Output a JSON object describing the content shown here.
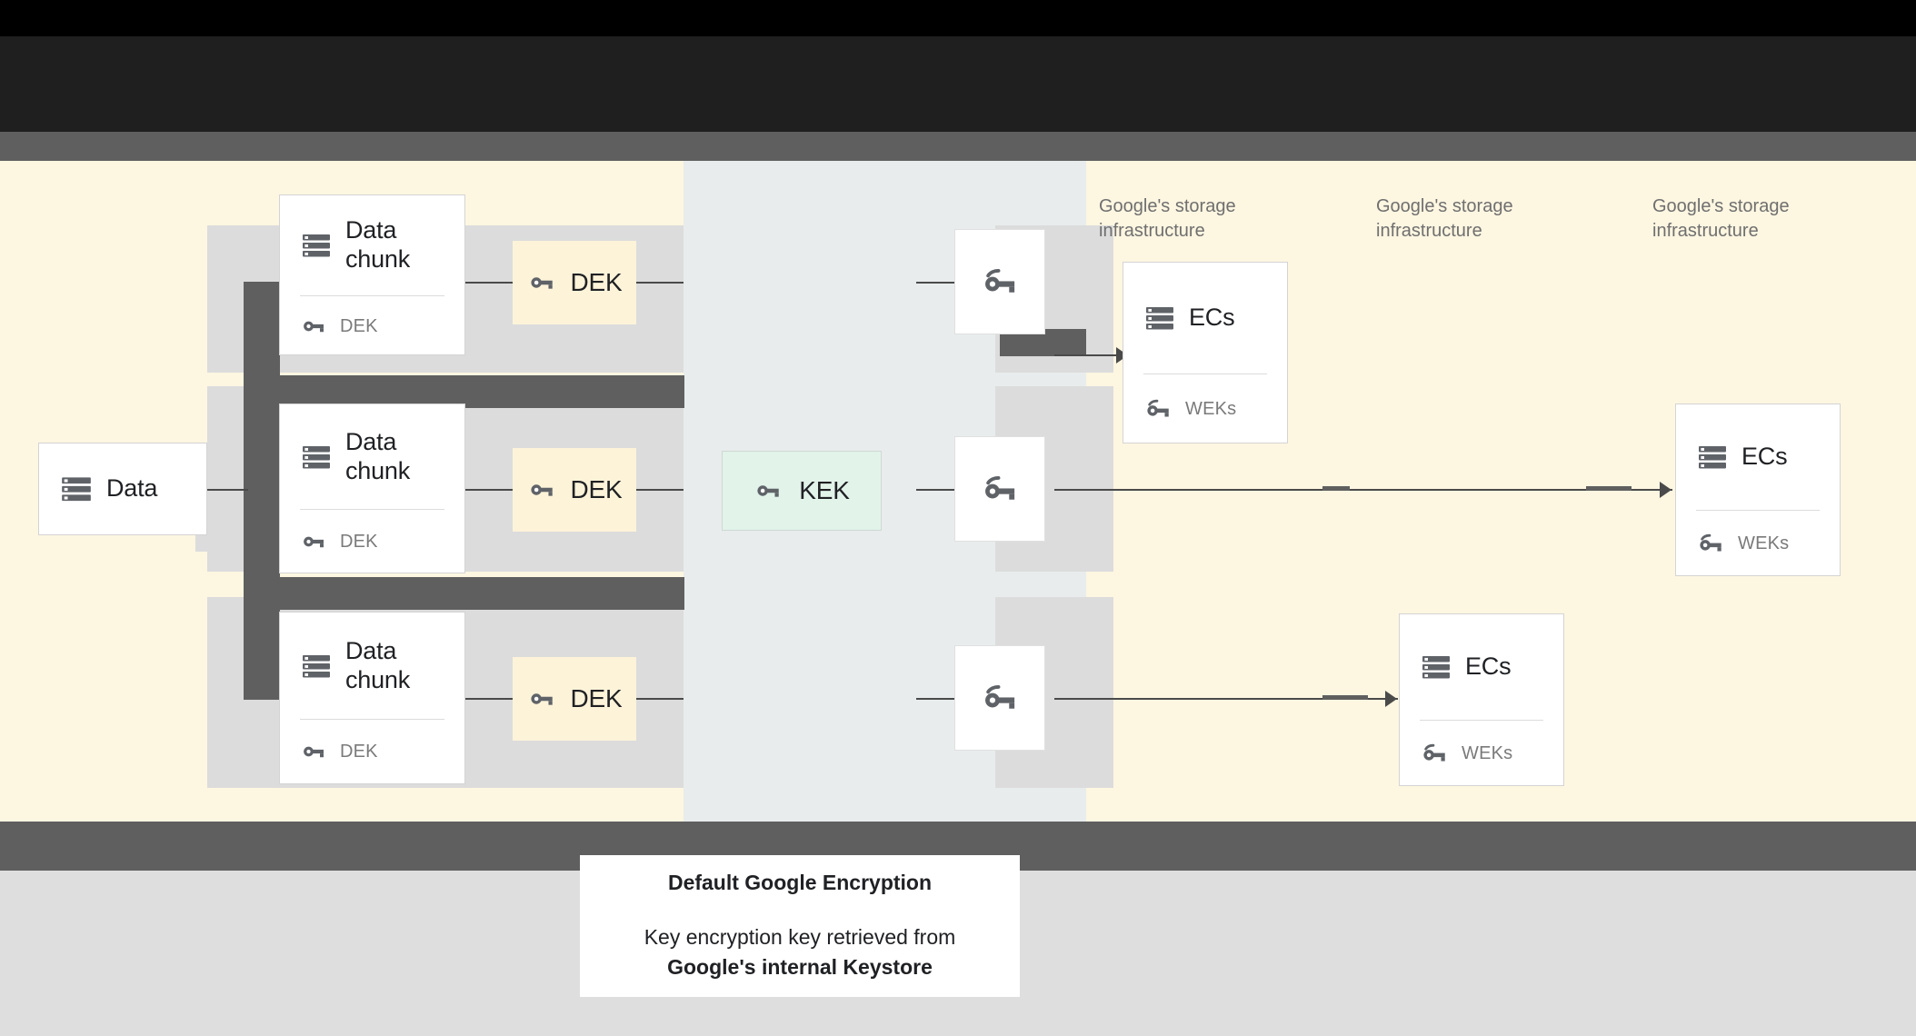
{
  "diagram": {
    "title_band": {
      "visible": true,
      "note": "obscured dark header band"
    },
    "source_node": {
      "label": "Data",
      "icon": "server-stack-icon"
    },
    "chunks": [
      {
        "label_line1": "Data",
        "label_line2": "chunk",
        "key_label": "DEK",
        "icon": "server-stack-icon",
        "key_icon": "key-icon"
      },
      {
        "label_line1": "Data",
        "label_line2": "chunk",
        "key_label": "DEK",
        "icon": "server-stack-icon",
        "key_icon": "key-icon"
      },
      {
        "label_line1": "Data",
        "label_line2": "chunk",
        "key_label": "DEK",
        "icon": "server-stack-icon",
        "key_icon": "key-icon"
      }
    ],
    "deks": [
      {
        "label": "DEK",
        "icon": "key-icon"
      },
      {
        "label": "DEK",
        "icon": "key-icon"
      },
      {
        "label": "DEK",
        "icon": "key-icon"
      }
    ],
    "kek": {
      "label": "KEK",
      "icon": "key-icon"
    },
    "wrapped_keys": [
      {
        "icon": "wrapped-key-icon"
      },
      {
        "icon": "wrapped-key-icon"
      },
      {
        "icon": "wrapped-key-icon"
      }
    ],
    "infra_labels": [
      "Google's storage\ninfrastructure",
      "Google's storage\ninfrastructure",
      "Google's storage\ninfrastructure"
    ],
    "ec_nodes": [
      {
        "label": "ECs",
        "key_label": "WEKs",
        "icon": "server-stack-icon",
        "key_icon": "wrapped-key-icon"
      },
      {
        "label": "ECs",
        "key_label": "WEKs",
        "icon": "server-stack-icon",
        "key_icon": "wrapped-key-icon"
      },
      {
        "label": "ECs",
        "key_label": "WEKs",
        "icon": "server-stack-icon",
        "key_icon": "wrapped-key-icon"
      }
    ],
    "caption": {
      "title": "Default Google Encryption",
      "line1": "Key encryption key retrieved from",
      "line2": "Google's internal Keystore"
    },
    "colors": {
      "canvas_cream": "#fdf6e1",
      "center_panel": "#e8ecec",
      "row_band": "#dcdcdc",
      "dark_bar": "#5f5f5f",
      "dek_box": "#fdf3d9",
      "kek_box": "#e2f3ea",
      "card_white": "#ffffff",
      "icon_gray": "#5f6368",
      "text_dark": "#202124",
      "text_muted": "#7a7a7a",
      "bottom_gray": "#dedede"
    }
  }
}
